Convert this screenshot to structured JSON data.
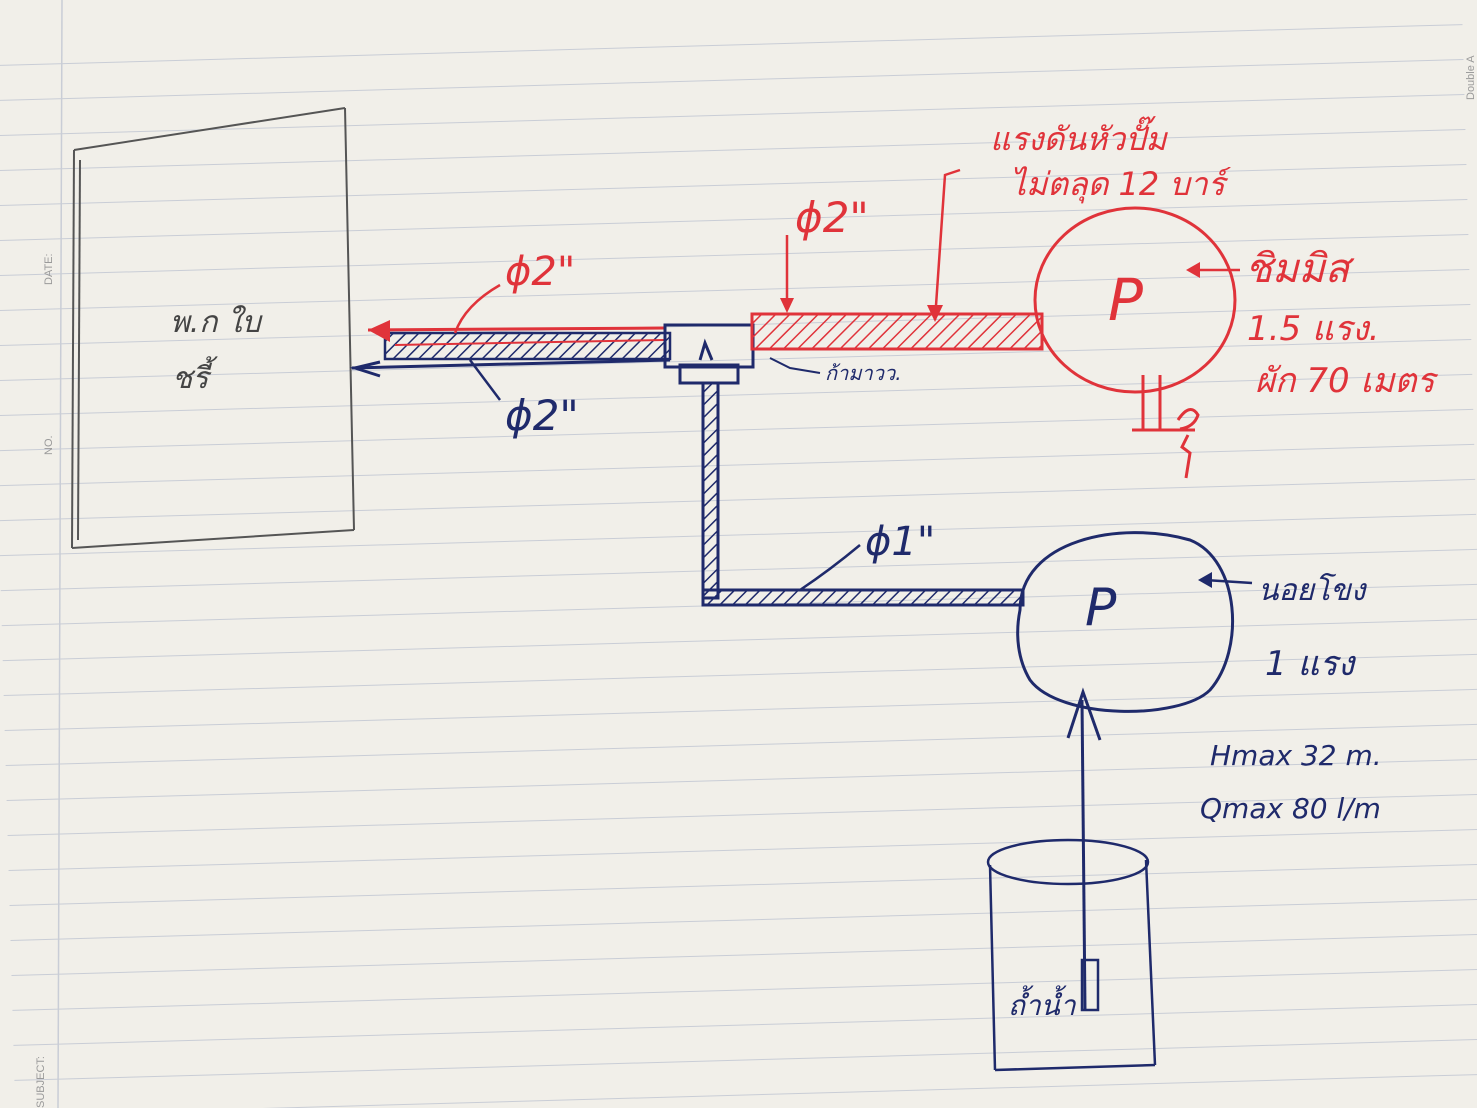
{
  "margin": {
    "date": "DATE:",
    "no": "NO.",
    "subject": "SUBJECT:",
    "brand": "Double A"
  },
  "labels": {
    "tank_top_line1": "พ.ก ใบ",
    "tank_top_line2": "ชรี้",
    "pipe_top_left": "ϕ2\"",
    "pipe_bottom_left": "ϕ2\"",
    "pipe_red_top": "ϕ2\"",
    "tee_note": "ก้ามาวว.",
    "head_note_line1": "แรงดันหัวปั๊ม",
    "head_note_line2": "ไม่ตลุด 12 บาร์",
    "pump1_symbol": "P",
    "pump1_name": "ชิมมิส",
    "pump1_hp": "1.5 แรง.",
    "pump1_head": "ผัก 70 เมตร",
    "pipe_blue_1in": "ϕ1\"",
    "pump2_symbol": "P",
    "pump2_name": "นอยโขง",
    "pump2_hp": "1 แรง",
    "pump2_hmax": "Hmax 32 m.",
    "pump2_qmax": "Qmax 80 l/m",
    "well_label": "ถ้ำน้ำ"
  },
  "colors": {
    "paper": "#f1efe9",
    "rule_line": "#c9cdd6",
    "red_ink": "#e0333a",
    "blue_ink": "#1f2a6b",
    "pencil": "#555555"
  }
}
